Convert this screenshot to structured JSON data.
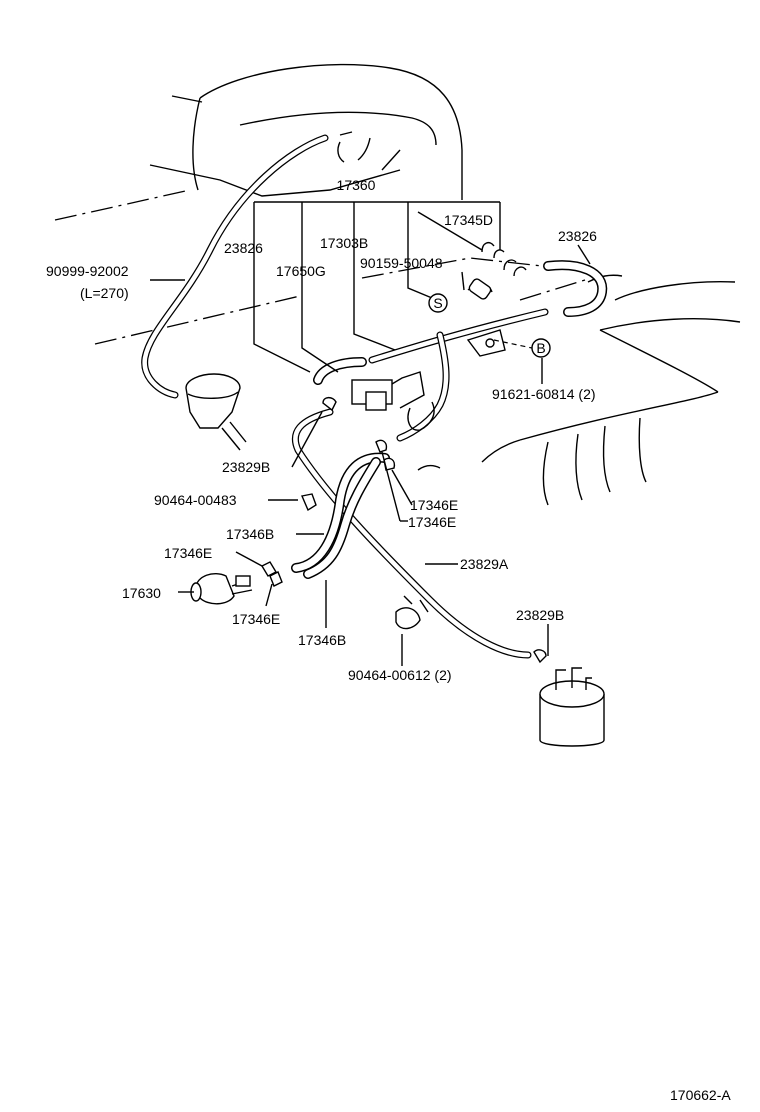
{
  "labels": {
    "p17360": "17360",
    "p17345D": "17345D",
    "p23826_left": "23826",
    "p17303B": "17303B",
    "p23826_right": "23826",
    "p17650G": "17650G",
    "p90159": "90159-50048",
    "p90999": "90999-92002",
    "p90999_len": "(L=270)",
    "p91621": "91621-60814 (2)",
    "p23829B_left": "23829B",
    "p90464_00483": "90464-00483",
    "p17346E_a": "17346E",
    "p17346E_b": "17346E",
    "p17346B_upper": "17346B",
    "p17346E_left": "17346E",
    "p17630": "17630",
    "p17346E_lower": "17346E",
    "p17346B_lower": "17346B",
    "p23829A": "23829A",
    "p23829B_right": "23829B",
    "p90464_00612": "90464-00612 (2)",
    "marker_s": "S",
    "marker_b": "B",
    "figure_code": "170662-A"
  }
}
